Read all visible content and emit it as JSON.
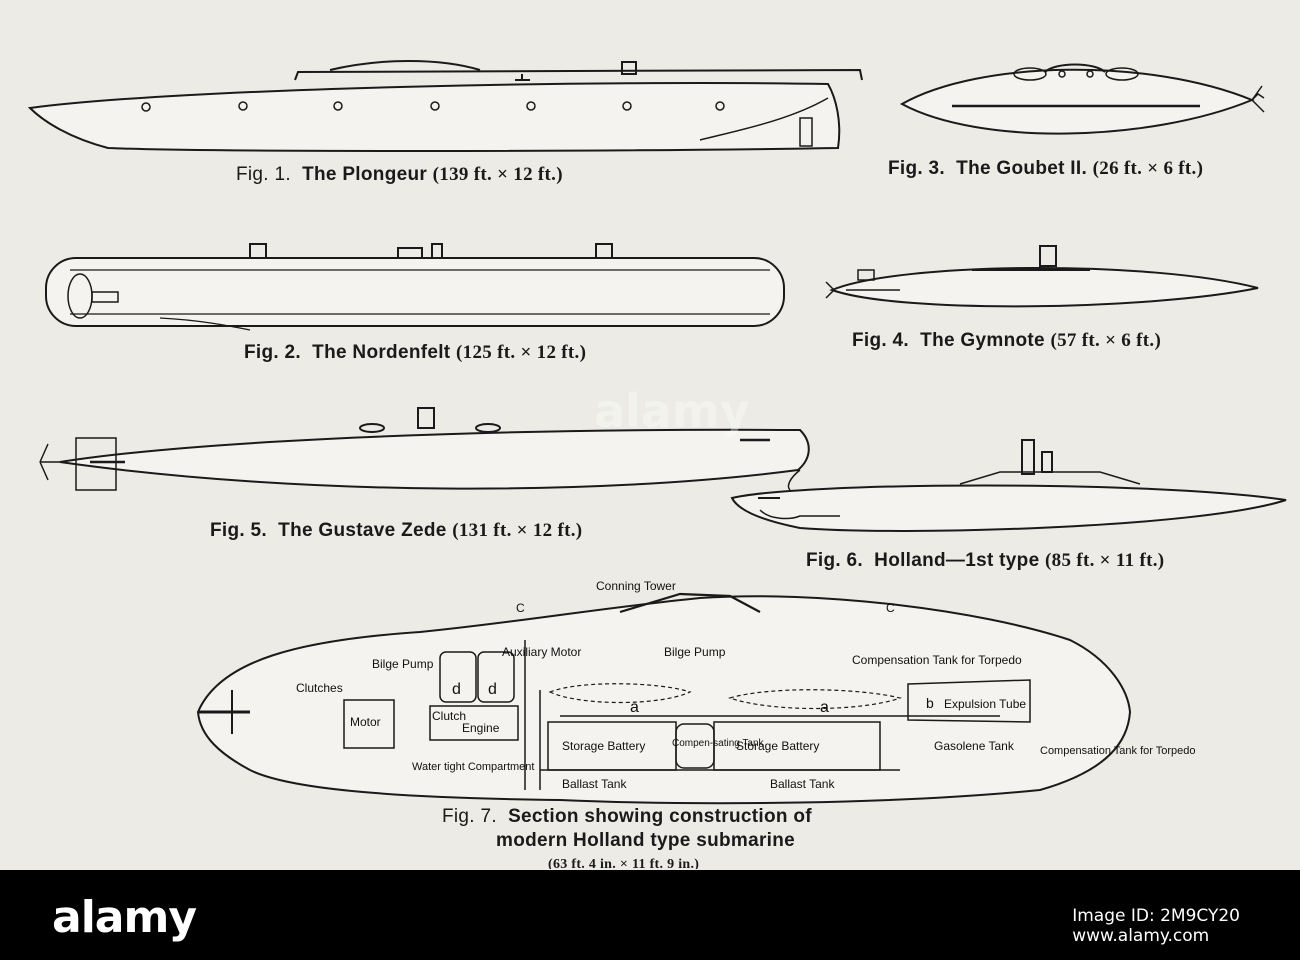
{
  "figures": [
    {
      "num": "Fig. 1.",
      "name": "The Plongeur",
      "dims": "(139 ft. × 12 ft.)"
    },
    {
      "num": "Fig. 2.",
      "name": "The Nordenfelt",
      "dims": "(125 ft. × 12 ft.)"
    },
    {
      "num": "Fig. 3.",
      "name": "The Goubet II.",
      "dims": "(26 ft. × 6 ft.)"
    },
    {
      "num": "Fig. 4.",
      "name": "The Gymnote",
      "dims": "(57 ft. × 6 ft.)"
    },
    {
      "num": "Fig. 5.",
      "name": "The Gustave Zede",
      "dims": "(131 ft. × 12 ft.)"
    },
    {
      "num": "Fig. 6.",
      "name": "Holland—1st type",
      "dims": "(85 ft. × 11 ft.)"
    },
    {
      "num": "Fig. 7.",
      "line1": "Section showing construction of",
      "line2": "modern Holland type submarine",
      "dims": "(63 ft. 4 in. × 11 ft. 9 in.)"
    }
  ],
  "section_labels": {
    "conning_tower": "Conning Tower",
    "c_left": "C",
    "c_right": "C",
    "bilge_pump_left": "Bilge Pump",
    "auxiliary_motor": "Auxiliary Motor",
    "bilge_pump_right": "Bilge Pump",
    "clutches": "Clutches",
    "motor": "Motor",
    "clutch": "Clutch",
    "engine": "Engine",
    "d1": "d",
    "d2": "d",
    "a1": "a",
    "a2": "a",
    "b": "b",
    "expulsion_tube": "Expulsion Tube",
    "comp_tank_top": "Compensation Tank for Torpedo",
    "comp_tank_bottom": "Compensation Tank for Torpedo",
    "storage_battery_1": "Storage Battery",
    "storage_battery_2": "Storage Battery",
    "compensating_tank": "Compen-sating Tank",
    "gasolene_tank": "Gasolene Tank",
    "water_tight": "Water tight Compartment",
    "ballast_tank_1": "Ballast Tank",
    "ballast_tank_2": "Ballast Tank"
  },
  "watermark": "alamy",
  "footer": {
    "brand": "alamy",
    "image_id": "Image ID: 2M9CY20",
    "url": "www.alamy.com"
  },
  "colors": {
    "paper": "#ecebe6",
    "ink": "#1a1a1a",
    "footer": "#000000"
  }
}
